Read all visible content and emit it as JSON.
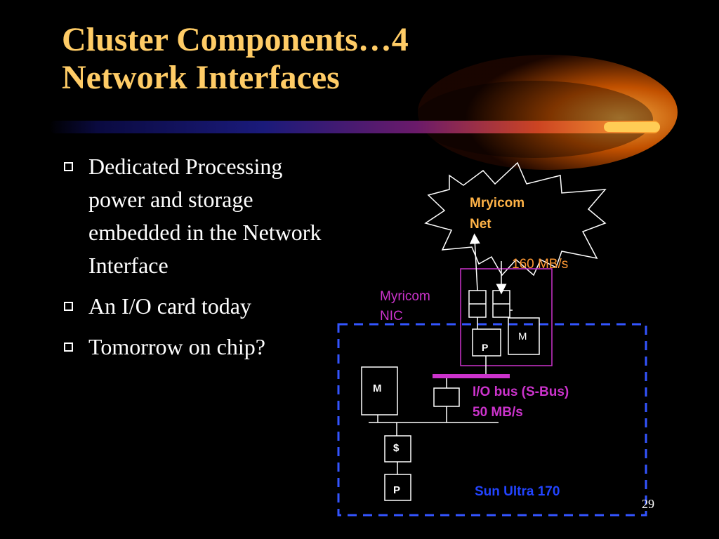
{
  "slide": {
    "title_line1": "Cluster Components…4",
    "title_line2": "Network Interfaces",
    "bullets": [
      "Dedicated Processing power and storage embedded in the Network Interface",
      "An I/O card today",
      "Tomorrow on chip?"
    ],
    "page_number": "29"
  },
  "diagram": {
    "network_label_line1": "Mryicom",
    "network_label_line2": "Net",
    "link_speed": "160 MB/s",
    "nic_label_line1": "Myricom",
    "nic_label_line2": "NIC",
    "nic_processor": "P",
    "nic_memory": "M",
    "host_memory": "M",
    "cache": "$",
    "host_processor": "P",
    "bus_label_line1": "I/O bus (S-Bus)",
    "bus_label_line2": "50 MB/s",
    "machine_label": "Sun Ultra 170"
  },
  "colors": {
    "background": "#000000",
    "title": "#ffcc66",
    "body_text": "#ffffff",
    "network_label": "#ffb347",
    "link_speed": "#ff9933",
    "nic": "#cc33cc",
    "bus": "#cc33cc",
    "machine_border": "#3355ff",
    "machine_label": "#2244ff"
  }
}
